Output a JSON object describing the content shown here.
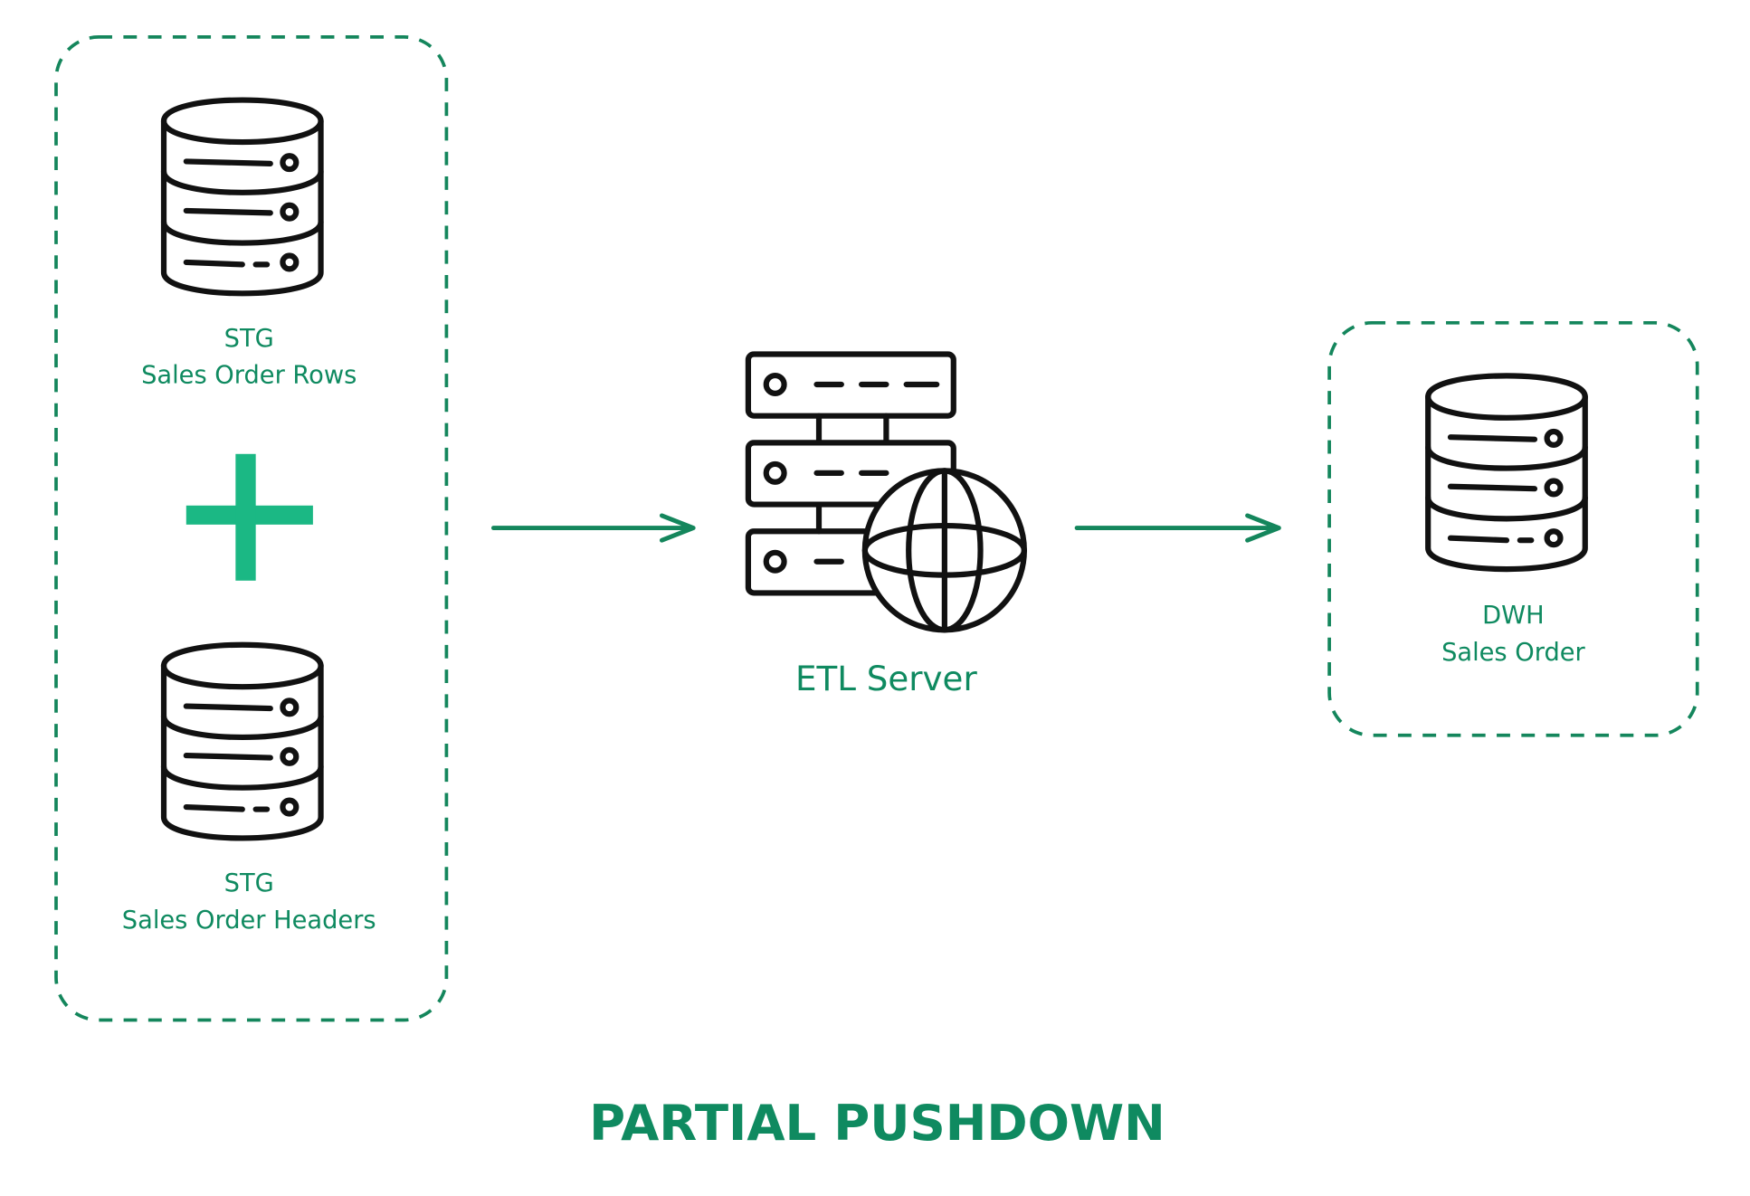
{
  "title": "PARTIAL PUSHDOWN",
  "nodes": {
    "stg_rows": {
      "line1": "STG",
      "line2": "Sales Order Rows"
    },
    "stg_headers": {
      "line1": "STG",
      "line2": "Sales Order Headers"
    },
    "etl": {
      "label": "ETL Server"
    },
    "dwh": {
      "line1": "DWH",
      "line2": "Sales Order"
    }
  },
  "colors": {
    "accent": "#0f8a60",
    "plus": "#1bb884",
    "icon": "#111111"
  }
}
